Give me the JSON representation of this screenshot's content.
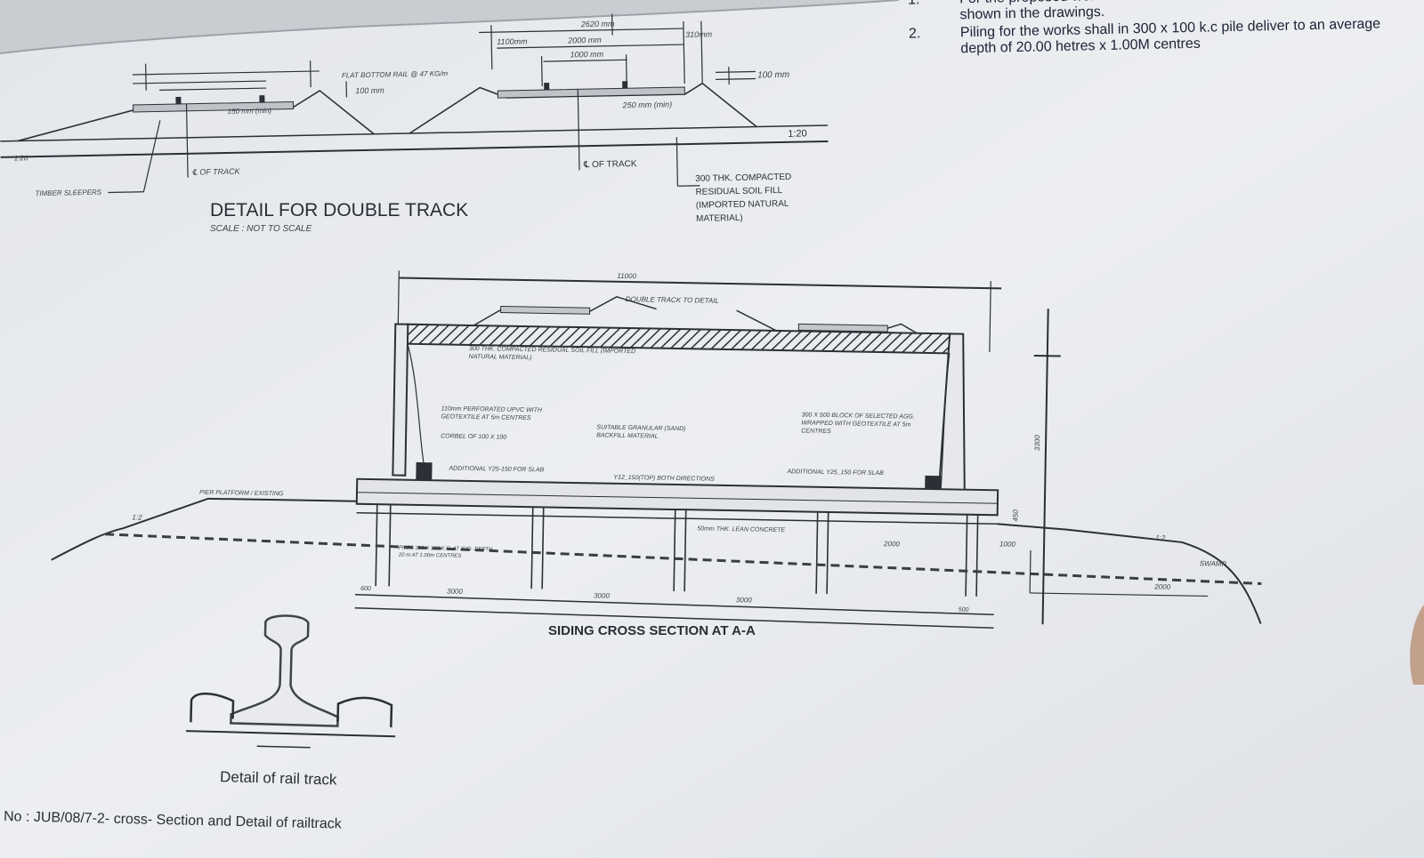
{
  "notes": [
    {
      "num": "1.",
      "text": "For the proposed work involved shall be from point A to point Ball as shown in the drawings."
    },
    {
      "num": "2.",
      "text": "Piling for the works shall in 300 x 100 k.c pile deliver to an average depth of 20.00 hetres x 1.00M centres"
    }
  ],
  "double_track": {
    "title": "DETAIL FOR DOUBLE TRACK",
    "scale": "SCALE : NOT TO SCALE",
    "labels": {
      "dim_2620": "2620 mm",
      "dim_2000": "2000 mm",
      "dim_1000": "1000 mm",
      "dim_1100": "1100mm",
      "dim_310": "310mm",
      "dim_100a": "100 mm",
      "dim_100b": "100 mm",
      "dim_250": "250 mm (min)",
      "dim_150": "150 mm (min)",
      "rail": "FLAT BOTTOM RAIL @ 47 KG/m",
      "slope": "1:20",
      "slope_left": "1:20",
      "track_left": "℄ OF TRACK",
      "track_right": "℄ OF TRACK",
      "sleepers": "TIMBER SLEEPERS",
      "fill_note": "300 THK. COMPACTED RESIDUAL SOIL FILL (IMPORTED NATURAL MATERIAL)"
    }
  },
  "siding": {
    "title": "SIDING CROSS SECTION AT A-A",
    "labels": {
      "top_dim": "11000",
      "double_track_ref": "DOUBLE TRACK TO DETAIL",
      "fill_note": "300 THK. COMPACTED RESIDUAL SOIL FILL (IMPORTED NATURAL MATERIAL)",
      "drain_note": "110mm PERFORATED UPVC WITH GEOTEXTILE AT 5m CENTRES",
      "corbel_note": "CORBEL OF 100 X 100",
      "granular": "SUITABLE GRANULAR (SAND) BACKFILL MATERIAL",
      "block_note": "300 X 500 BLOCK OF SELECTED AGG. WRAPPED WITH GEOTEXTILE AT 5m CENTRES",
      "add_left": "ADDITIONAL Y25-150 FOR SLAB",
      "add_right": "ADDITIONAL Y25_150 FOR SLAB",
      "mesh": "Y12_150(TOP) BOTH DIRECTIONS",
      "lean": "50mm THK. LEAN CONCRETE",
      "platform": "PIER PLATFORM / EXISTING",
      "pile_note": "PILES 300 X 100 K.C. AT AVG. DEPTH 20 m AT 1.00m CENTRES",
      "height_dim": "3300",
      "slab_dim": "450",
      "d_2000a": "2000",
      "d_1000": "1000",
      "d_2000b": "2000",
      "d_3000a": "3000",
      "d_3000b": "3000",
      "d_3000c": "3000",
      "d_500": "500",
      "d_600": "600",
      "slope_left": "1:2",
      "slope_right": "1:2",
      "swamp": "SWAMP"
    }
  },
  "rail_detail": {
    "title": "Detail of rail track"
  },
  "drawing_no": "No : JUB/08/7-2- cross- Section and Detail of railtrack"
}
